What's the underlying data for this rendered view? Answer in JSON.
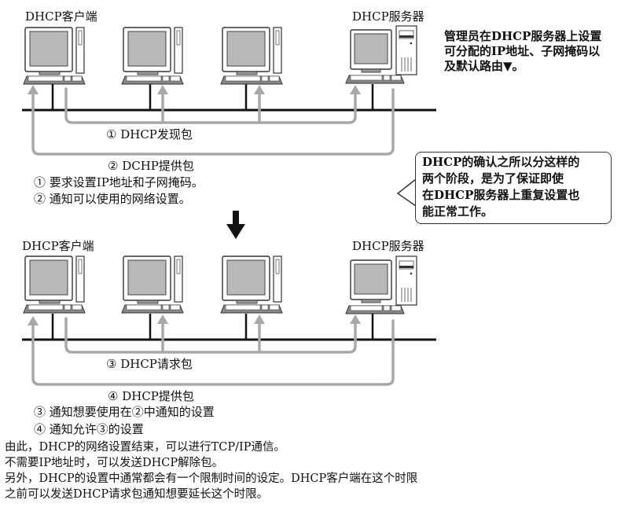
{
  "diagram_title": "DHCP address assignment flow",
  "top_panel": {
    "client_label": "DHCP客户端",
    "server_label": "DHCP服务器",
    "server_note": [
      "管理员在DHCP服务器上设置",
      "可分配的IP地址、子网掩码以",
      "及默认路由▼。"
    ],
    "packet1_label": "① DHCP发现包",
    "packet2_label": "② DCHP提供包",
    "explanations": [
      "① 要求设置IP地址和子网掩码。",
      "② 通知可以使用的网络设置。"
    ]
  },
  "callout": {
    "lines": [
      "DHCP的确认之所以分这样的",
      "两个阶段，是为了保证即使",
      "在DHCP服务器上重复设置也",
      "能正常工作。"
    ]
  },
  "bottom_panel": {
    "client_label": "DHCP客户端",
    "server_label": "DHCP服务器",
    "packet3_label": "③ DHCP请求包",
    "packet4_label": "④ DHCP提供包",
    "explanations": [
      "③ 通知想要使用在②中通知的设置",
      "④ 通知允许③的设置"
    ]
  },
  "footer": {
    "lines": [
      "由此，DHCP的网络设置结束，可以进行TCP/IP通信。",
      "不需要IP地址时，可以发送DHCP解除包。",
      "另外，DHCP的设置中通常都会有一个限制时间的设定。DHCP客户端在这个时限",
      "之前可以发送DHCP请求包通知想要延长这个时限。"
    ]
  },
  "colors": {
    "network_line": "#111111",
    "packet_arrow": "#a8a8a8",
    "screen_fill": "#b9b9b9"
  }
}
